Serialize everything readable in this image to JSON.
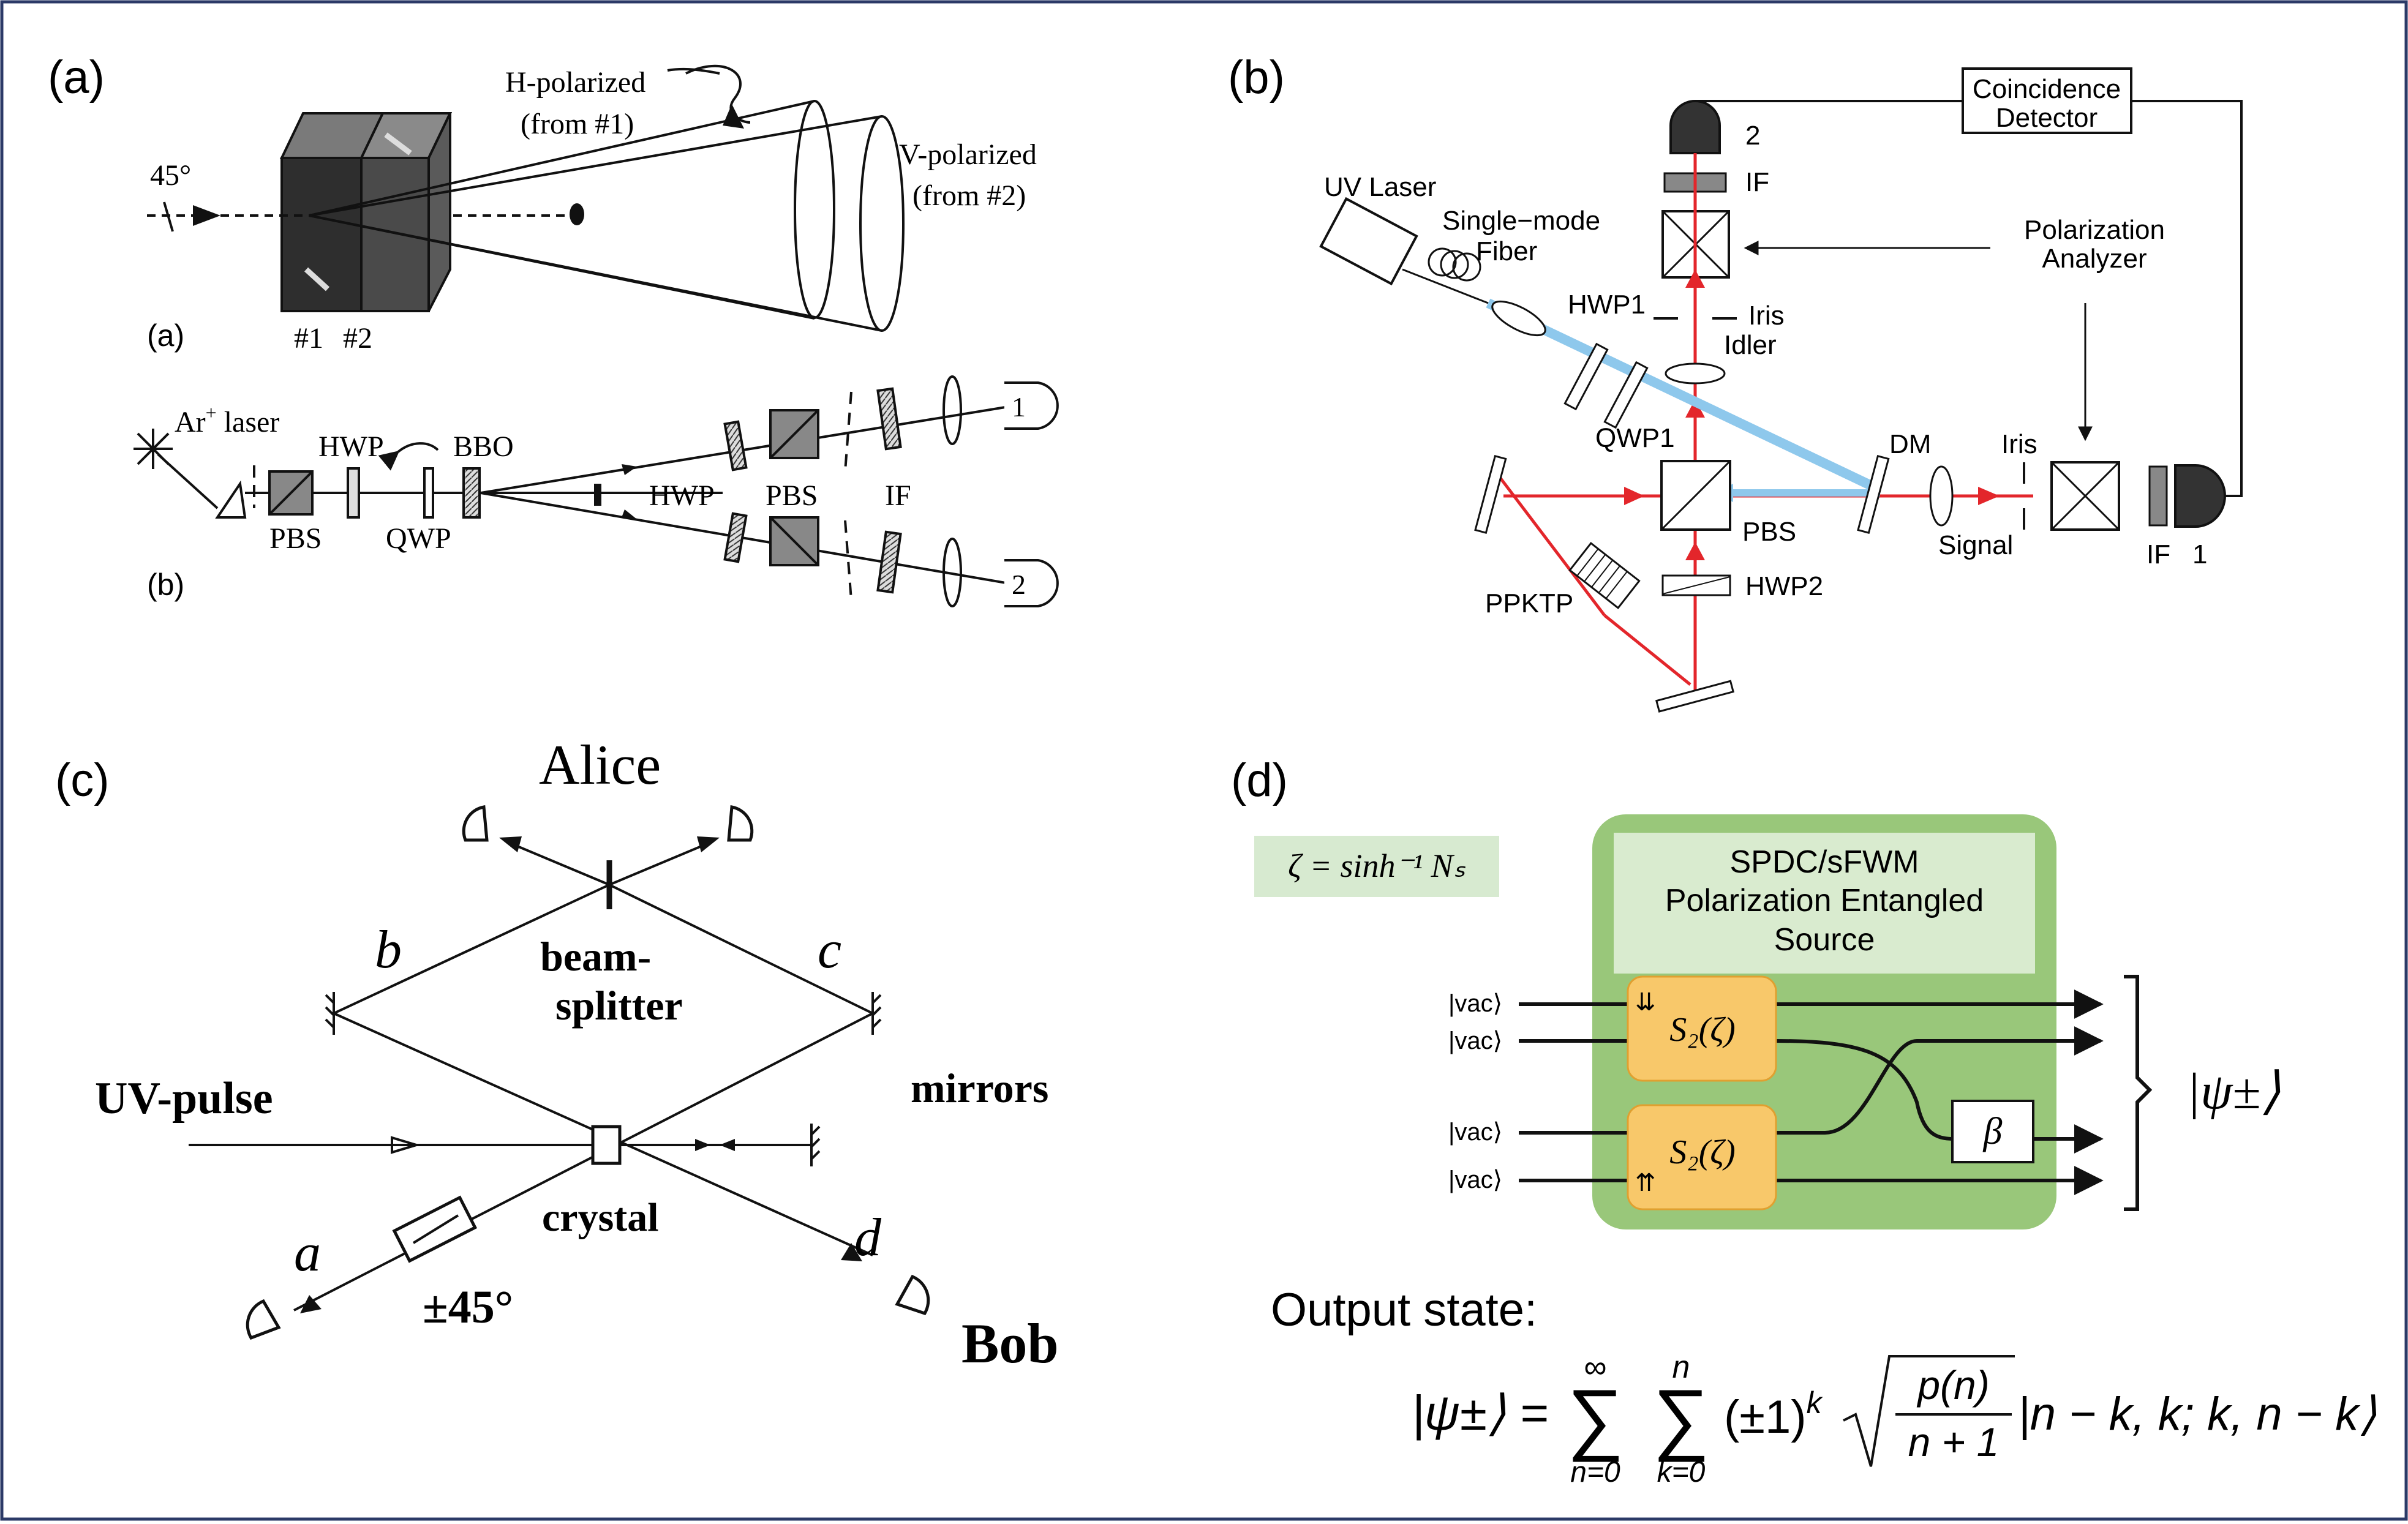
{
  "panels": {
    "a": {
      "letter": "(a)",
      "sub_a_label": "(a)",
      "sub_b_label": "(b)",
      "angle": "45°",
      "h_polarized_1": "H-polarized",
      "h_polarized_2": "(from #1)",
      "v_polarized_1": "V-polarized",
      "v_polarized_2": "(from #2)",
      "crystal_1": "#1",
      "crystal_2": "#2",
      "ar_laser": "Ar",
      "ar_sup": "+",
      "ar_rest": " laser",
      "pbs": "PBS",
      "hwp": "HWP",
      "qwp": "QWP",
      "bbo": "BBO",
      "hwp2": "HWP",
      "pbs2": "PBS",
      "if_label": "IF",
      "det1": "1",
      "det2": "2"
    },
    "b": {
      "letter": "(b)",
      "coincidence_1": "Coincidence",
      "coincidence_2": "Detector",
      "det2": "2",
      "if_top": "IF",
      "uv_laser": "UV Laser",
      "single_mode_1": "Single−mode",
      "single_mode_2": "Fiber",
      "polarization_analyzer_1": "Polarization",
      "polarization_analyzer_2": "Analyzer",
      "hwp1": "HWP1",
      "iris_top": "Iris",
      "idler": "Idler",
      "qwp1": "QWP1",
      "dm": "DM",
      "iris_right": "Iris",
      "pbs": "PBS",
      "signal": "Signal",
      "if_right": "IF",
      "det1": "1",
      "hwp2": "HWP2",
      "ppktp": "PPKTP"
    },
    "c": {
      "letter": "(c)",
      "alice": "Alice",
      "b": "b",
      "c": "c",
      "beam_1": "beam-",
      "beam_2": "splitter",
      "uv_pulse": "UV-pulse",
      "mirrors": "mirrors",
      "crystal": "crystal",
      "a": "a",
      "d": "d",
      "angle": "±45°",
      "bob": "Bob"
    },
    "d": {
      "letter": "(d)",
      "zeta_eq": "ζ = sinh⁻¹ Nₛ",
      "source_1": "SPDC/sFWM",
      "source_2": "Polarization Entangled",
      "source_3": "Source",
      "vac": "|vac⟩",
      "squeezer": "S₂(ζ)",
      "arrows_down": "⇊",
      "arrows_up": "⇈",
      "beta": "β",
      "psi": "|ψ±⟩",
      "output_state": "Output state:",
      "formula_lhs": "|ψ±⟩ =",
      "sum_n_top": "∞",
      "sum_n_bottom": "n=0",
      "sum_k_top": "n",
      "sum_k_bottom": "k=0",
      "sign_term": "(±1)",
      "sign_exp": "k",
      "frac_num": "p(n)",
      "frac_den": "n + 1",
      "ket": "|n − k, k; k, n − k⟩"
    }
  },
  "colors": {
    "frame": "#2b3a67",
    "laser_red": "#e3262b",
    "pump_blue": "#8ec8ec",
    "green_box": "#99c77a",
    "green_title": "#d9ebcf",
    "orange_box": "#f8c86a",
    "zeta_bg": "#d7ead0"
  }
}
